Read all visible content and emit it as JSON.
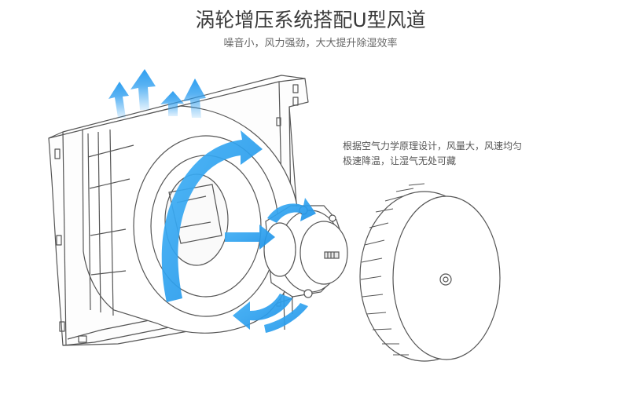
{
  "header": {
    "title": "涡轮增压系统搭配U型风道",
    "subtitle": "噪音小，风力强劲，大大提升除湿效率"
  },
  "callout": {
    "line1": "根据空气力学原理设计，风量大，风速均匀",
    "line2": "极速降温，让湿气无处可藏"
  },
  "colors": {
    "arrow_blue": "#2f9ff0",
    "line_gray": "#555555",
    "title_text": "#3a3a3a"
  },
  "icons": {
    "airflow_arrows": "airflow-arrow-icon"
  }
}
